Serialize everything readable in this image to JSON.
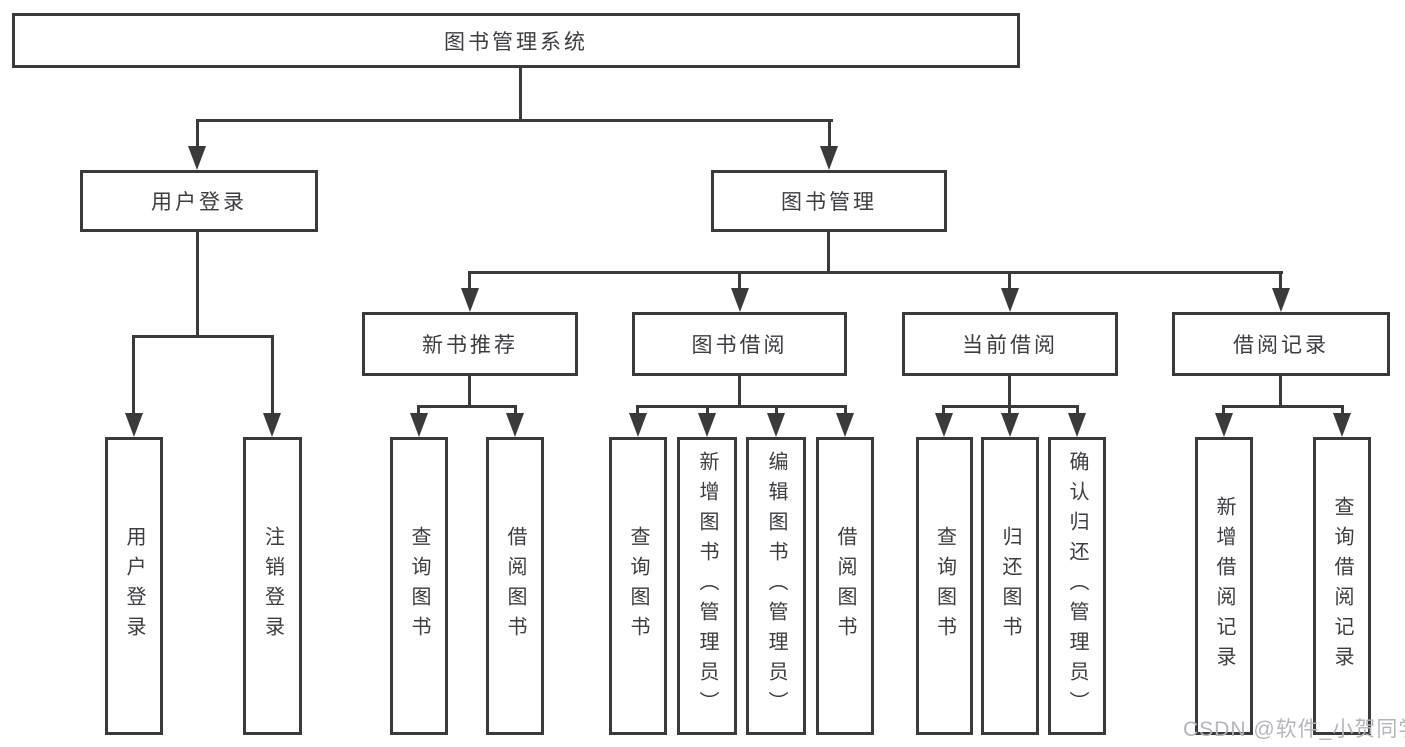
{
  "colors": {
    "background": "#ffffff",
    "line": "#3a3a3a",
    "box_border": "#3a3a3a",
    "text": "#3c3c41",
    "watermark_text": "#b5b5bd"
  },
  "watermark": {
    "text": "CSDN @软件_小贺同学"
  },
  "nodes": {
    "root": {
      "label": "图书管理系统"
    },
    "user_login": {
      "label": "用户登录"
    },
    "book_mgmt": {
      "label": "图书管理"
    },
    "new_book_rec": {
      "label": "新书推荐"
    },
    "book_borrow": {
      "label": "图书借阅"
    },
    "current_borrow": {
      "label": "当前借阅"
    },
    "borrow_records": {
      "label": "借阅记录"
    },
    "leaf_user_login": {
      "label": "用户登录"
    },
    "leaf_logout": {
      "label": "注销登录"
    },
    "leaf_nbr_query_book": {
      "label": "查询图书"
    },
    "leaf_nbr_borrow_book": {
      "label": "借阅图书"
    },
    "leaf_bb_query_book": {
      "label": "查询图书"
    },
    "leaf_bb_add_book": {
      "label": "新增图书（管理员）"
    },
    "leaf_bb_edit_book": {
      "label": "编辑图书（管理员）"
    },
    "leaf_bb_borrow_book": {
      "label": "借阅图书"
    },
    "leaf_cb_query_book": {
      "label": "查询图书"
    },
    "leaf_cb_return_book": {
      "label": "归还图书"
    },
    "leaf_cb_confirm_return": {
      "label": "确认归还（管理员）"
    },
    "leaf_br_add_record": {
      "label": "新增借阅记录"
    },
    "leaf_br_query_record": {
      "label": "查询借阅记录"
    }
  }
}
